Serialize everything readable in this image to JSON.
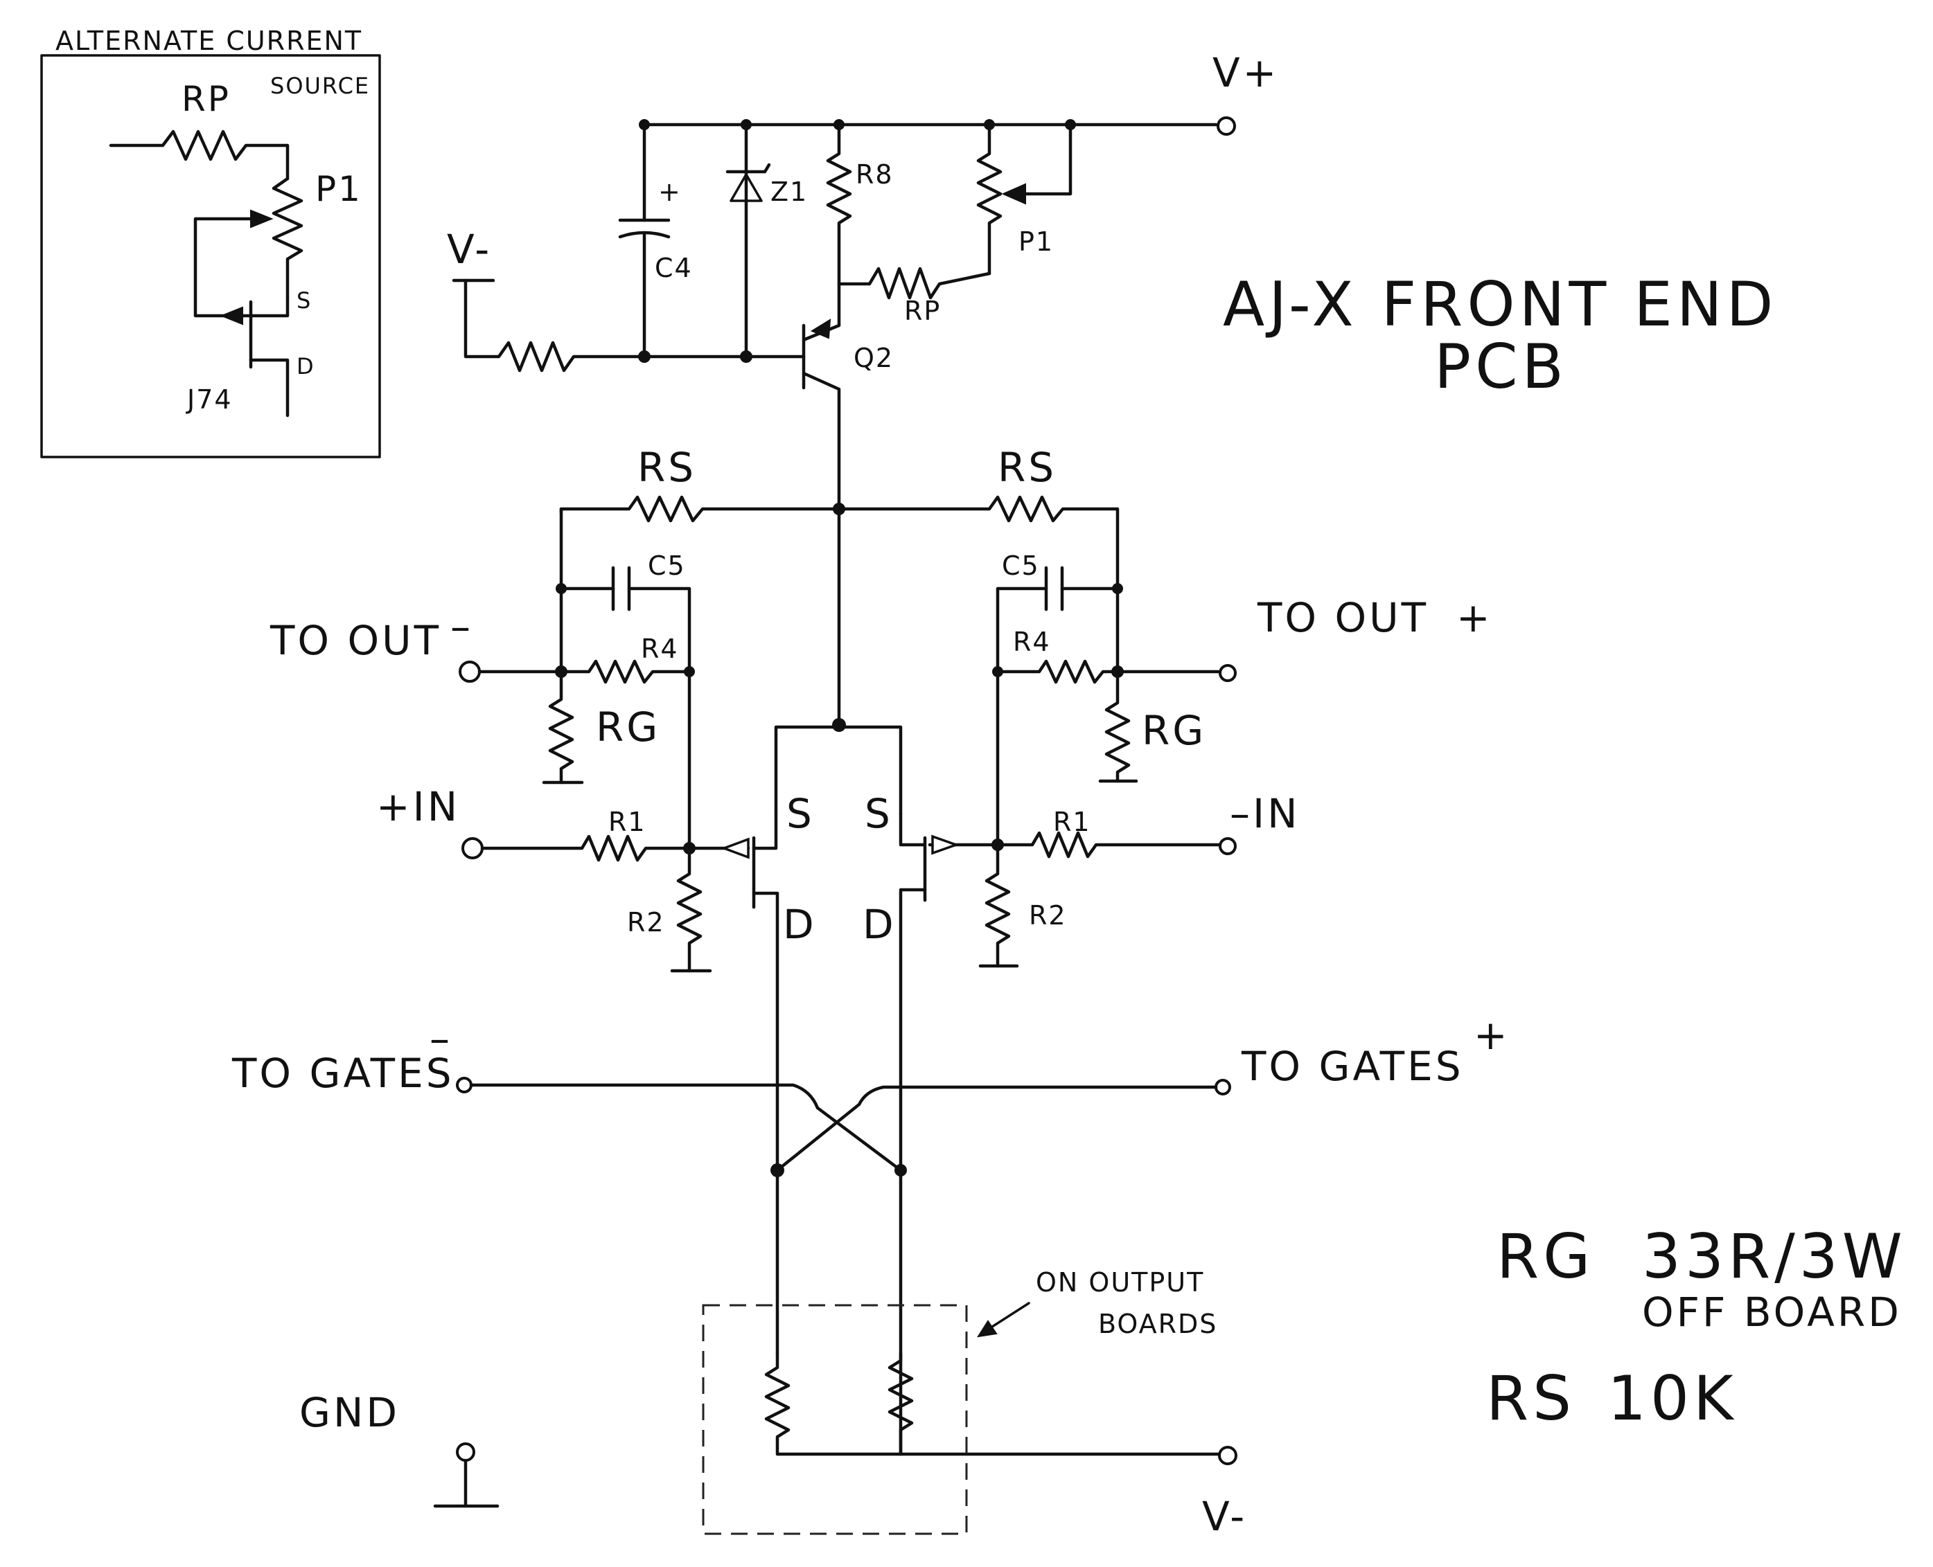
{
  "inset": {
    "title_line1": "ALTERNATE CURRENT",
    "title_line2": "SOURCE",
    "rp": "RP",
    "p1": "P1",
    "s": "S",
    "d": "D",
    "device": "J74"
  },
  "title": {
    "line1": "AJ-X FRONT END",
    "line2": "PCB"
  },
  "rails": {
    "vplus": "V+",
    "vminus_left": "V-",
    "vminus_bottom": "V-",
    "gnd": "GND"
  },
  "components": {
    "c4": "C4",
    "c4_plus": "+",
    "z1": "Z1",
    "r8": "R8",
    "p1": "P1",
    "rp": "RP",
    "q2": "Q2",
    "rs_left": "RS",
    "rs_right": "RS",
    "c5_left": "C5",
    "c5_right": "C5",
    "r4_left": "R4",
    "r4_right": "R4",
    "rg_left": "RG",
    "rg_right": "RG",
    "r1_left": "R1",
    "r1_right": "R1",
    "r2_left": "R2",
    "r2_right": "R2",
    "s_left": "S",
    "s_right": "S",
    "d_left": "D",
    "d_right": "D"
  },
  "ports": {
    "to_out_minus": "TO OUT",
    "to_out_minus_sign": "–",
    "to_out_plus": "TO OUT",
    "to_out_plus_sign": "+",
    "plus_in": "+IN",
    "minus_in": "–IN",
    "to_gates_minus": "TO GATES",
    "to_gates_minus_sign": "–",
    "to_gates_plus": "TO GATES",
    "to_gates_plus_sign": "+"
  },
  "notes": {
    "output_boards_line1": "ON OUTPUT",
    "output_boards_line2": "BOARDS",
    "rg_label": "RG",
    "rg_value": "33R/3W",
    "rg_note": "OFF BOARD",
    "rs_label": "RS",
    "rs_value": "10K"
  }
}
